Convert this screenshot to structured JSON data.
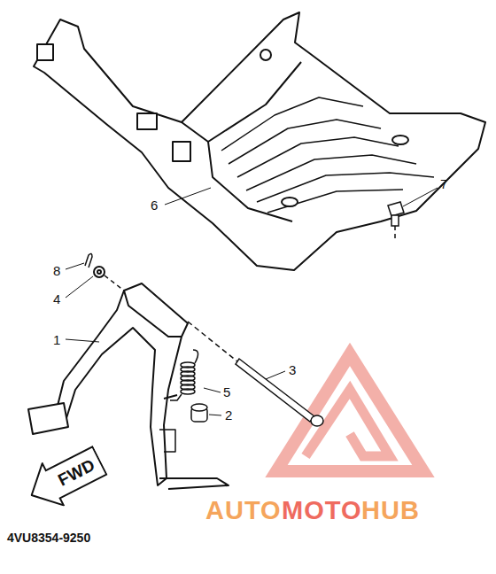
{
  "diagram": {
    "nodes": [
      {
        "text": [
          "FWD"
        ]
      }
    ],
    "labels": [
      "8",
      "4",
      "1",
      "6",
      "7",
      "3",
      "5",
      "2",
      "4VU8354-9250",
      "AUTO",
      "MOTO",
      "HUB"
    ]
  }
}
